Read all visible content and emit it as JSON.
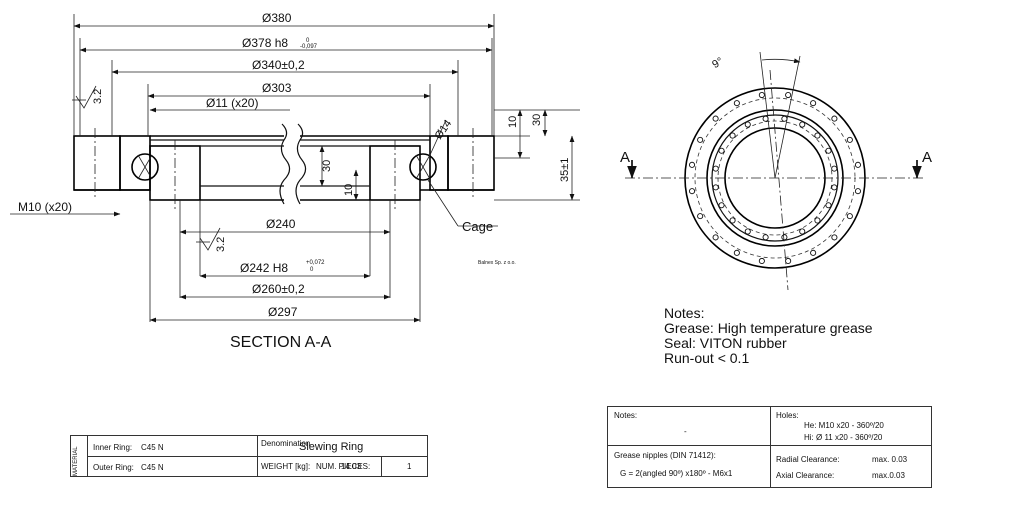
{
  "section": {
    "title": "SECTION A-A",
    "dims": {
      "d380": "380",
      "d378": "378 h8",
      "d378_tol_up": "0",
      "d378_tol_low": "-0,097",
      "d340": "340±0,2",
      "d303": "303",
      "holes": "11 (x20)",
      "d14": "14",
      "d240": "240",
      "d242": "242 H8",
      "d242_tol_up": "+0,072",
      "d242_tol_low": "0",
      "d260": "260±0,2",
      "d297": "297",
      "h10a": "10",
      "h30a": "30",
      "h35": "35±1",
      "h30b": "30",
      "h10b": "10",
      "thread": "M10 (x20)",
      "rough1": "3.2",
      "rough2": "3.2",
      "cage": "Cage",
      "company": "Balnex Sp. z o.o."
    }
  },
  "topview": {
    "angle": "9°",
    "sec_left": "A",
    "sec_right": "A"
  },
  "notes": {
    "title": "Notes:",
    "lines": [
      "Grease: High temperature grease",
      "Seal: VITON rubber",
      "Run-out < 0.1"
    ]
  },
  "material_table": {
    "vertical_label": "MATERIAL",
    "inner_label": "Inner Ring:",
    "inner_value": "C45 N",
    "outer_label": "Outer Ring:",
    "outer_value": "C45 N",
    "denomination_label": "Denomination",
    "denomination_value": "Slewing Ring",
    "weight_label": "WEIGHT [kg]:",
    "weight_value": "14.03",
    "pieces_label": "NUM. PIECES:",
    "pieces_value": "1"
  },
  "spec_table": {
    "notes_label": "Notes:",
    "notes_value": "-",
    "holes_label": "Holes:",
    "holes_he": "He: M10 x20  - 360º/20",
    "holes_hi": "Hi:  Ø 11 x20 - 360º/20",
    "grease_label": "Grease nipples (DIN 71412):",
    "grease_value": "G = 2(angled 90º) x180º - M6x1",
    "radial_label": "Radial Clearance:",
    "radial_value": "max. 0.03",
    "axial_label": "Axial Clearance:",
    "axial_value": "max.0.03"
  }
}
